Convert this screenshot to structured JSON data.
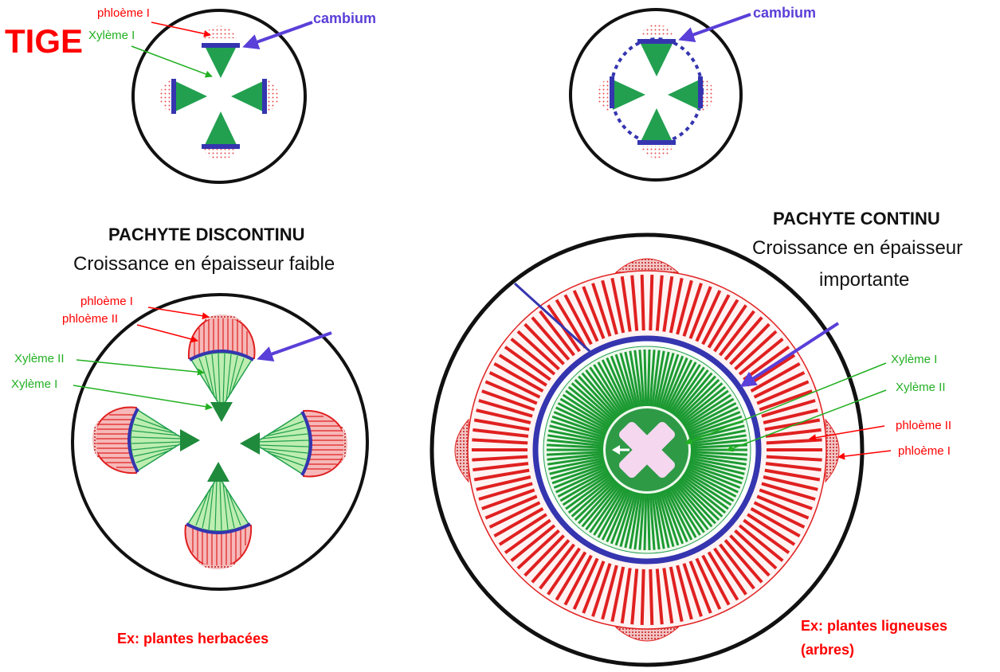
{
  "top": {
    "title": "TIGE",
    "left": {
      "phloem1": "phloème I",
      "xylem1": "Xylème I",
      "cambium": "cambium"
    },
    "right": {
      "cambium": "cambium"
    }
  },
  "discontinu": {
    "title": "PACHYTE DISCONTINU",
    "subtitle": "Croissance en épaisseur faible",
    "labels": {
      "phloem1": "phloème I",
      "phloem2": "phloème II",
      "xylem2": "Xylème II",
      "xylem1": "Xylème I"
    },
    "example": "Ex: plantes herbacées"
  },
  "continu": {
    "title": "PACHYTE CONTINU",
    "subtitle_line1": "Croissance en épaisseur",
    "subtitle_line2": "importante",
    "labels": {
      "xylem1": "Xylème I",
      "xylem2": "Xylème II",
      "phloem2": "phloème II",
      "phloem1": "phloème I"
    },
    "example_line1": "Ex: plantes ligneuses",
    "example_line2": "(arbres)"
  },
  "colors": {
    "xylem": "#22a050",
    "xylem_light": "#bdeeb0",
    "phloem": "#e02020",
    "phloem_light": "#f6b8b8",
    "cambium": "#3535b0",
    "arrow": "#5a3fd8",
    "label_red": "#ff0000",
    "label_green": "#22b022"
  }
}
